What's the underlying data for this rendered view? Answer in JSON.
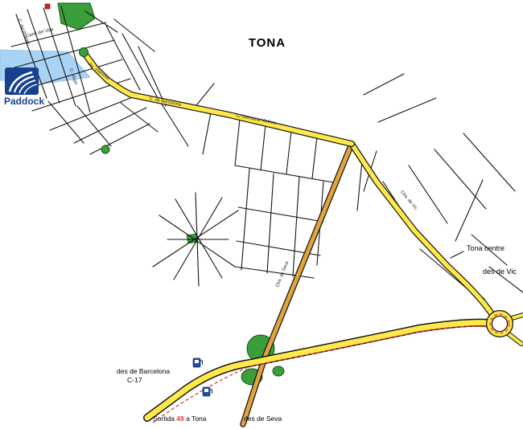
{
  "title": "TONA",
  "logo": {
    "name": "Paddock"
  },
  "labels": {
    "tona_centre": "Tona centre",
    "des_de_vic": "des de Vic",
    "des_de_barcelona_line1": "des de Barcelona",
    "des_de_barcelona_line2": "C-17",
    "sortida_prefix": "Sortida ",
    "sortida_exit": "49",
    "sortida_suffix": " a Tona",
    "des_de_seva": "des de Seva"
  },
  "streets": {
    "germana_victoria": "C/ Germana Victòria",
    "ctra_vic": "Ctra. de Vic",
    "ctra_seva": "Ctra. de Seva",
    "av_vilanova": "Av. Vilanova",
    "cami_vilar": "Camí del Vilar",
    "c_major": "C. Major",
    "c_pradell": "C. del Pradell",
    "c_barcelona": "C. de Barcelona"
  },
  "colors": {
    "route_main": "#ffe94a",
    "route_secondary": "#e2a43c",
    "route_trace": "#e03a3a",
    "park_green": "#3a9e3a",
    "water_blue": "#a9d3f5",
    "logo_blue": "#16418f"
  }
}
